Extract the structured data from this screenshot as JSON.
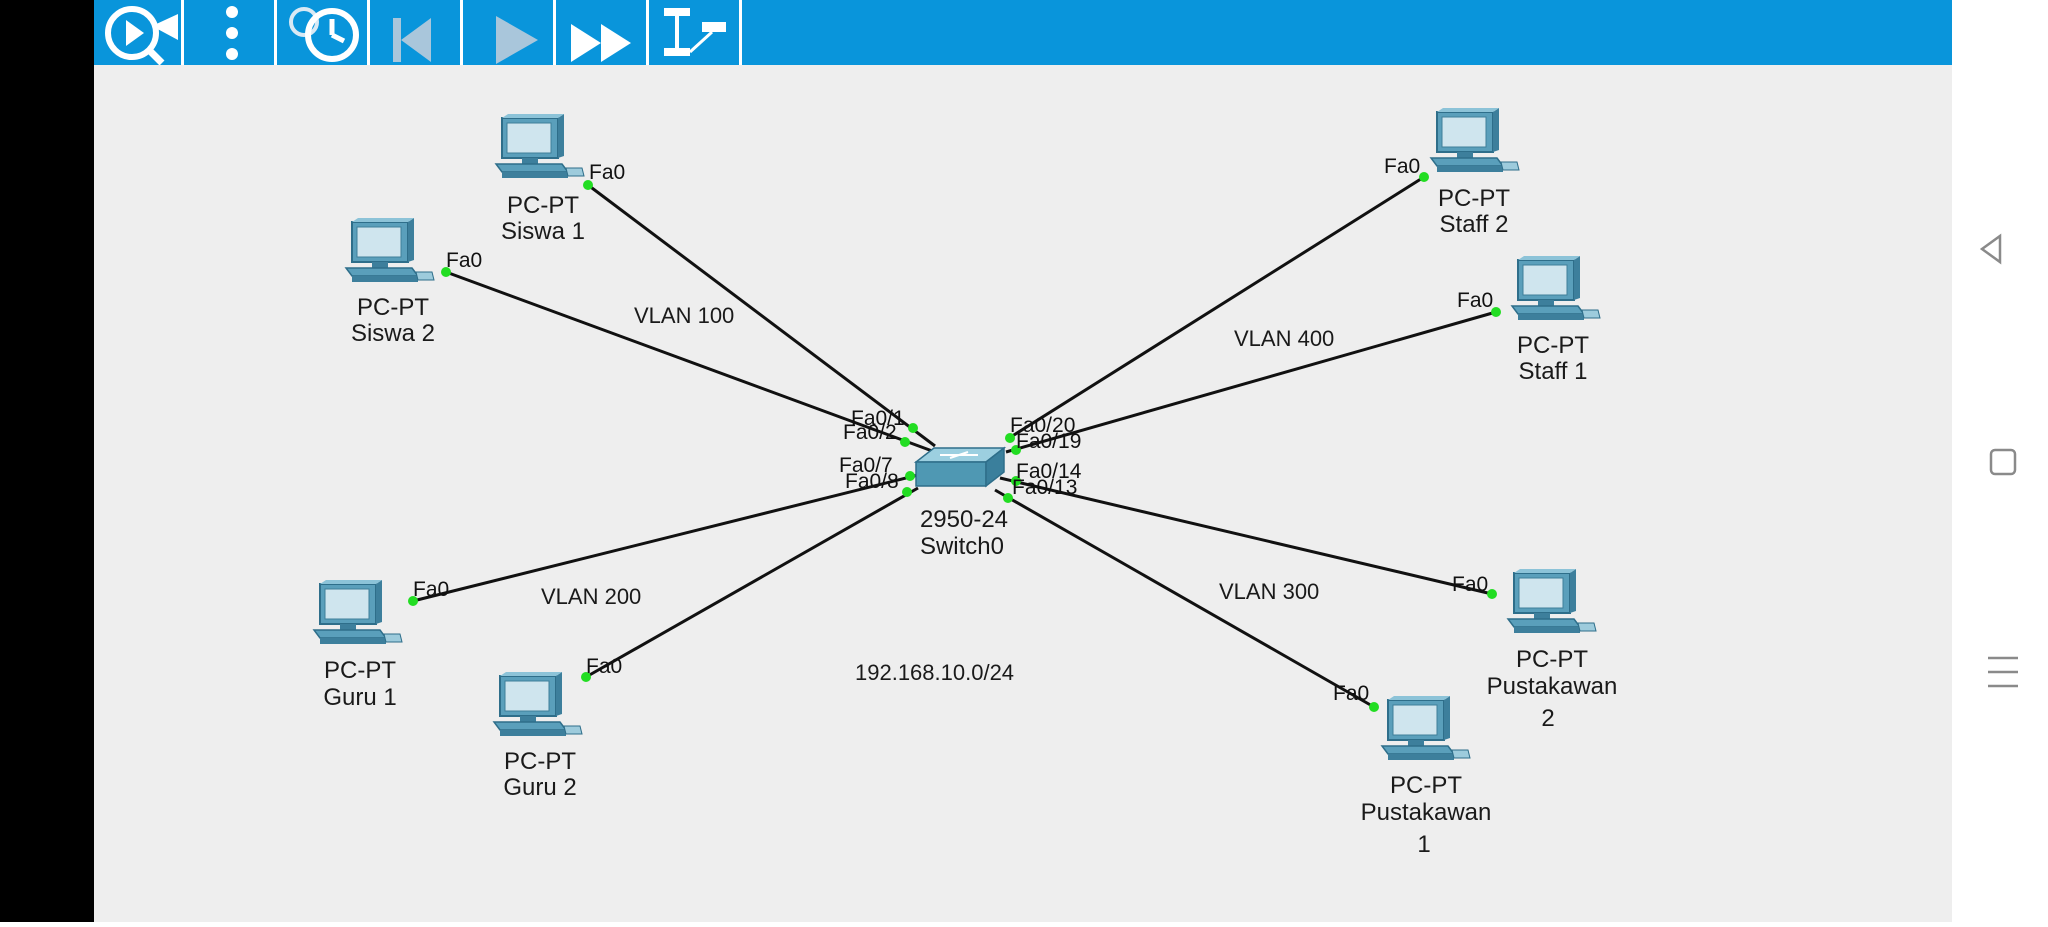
{
  "toolbar": {
    "buttons": [
      {
        "name": "simulation-mode-button",
        "icon": "realtime-magnifier-icon"
      },
      {
        "name": "more-options-button",
        "icon": "vertical-dots-icon"
      },
      {
        "name": "simulation-clock-button",
        "icon": "stopwatch-clock-icon"
      },
      {
        "name": "step-back-button",
        "icon": "step-back-icon"
      },
      {
        "name": "play-button",
        "icon": "play-icon"
      },
      {
        "name": "fast-forward-button",
        "icon": "fast-forward-icon"
      },
      {
        "name": "topology-view-button",
        "icon": "topology-icon"
      }
    ]
  },
  "devices": {
    "switch": {
      "model": "2950-24",
      "name": "Switch0"
    },
    "siswa1": {
      "type": "PC-PT",
      "name": "Siswa 1",
      "port": "Fa0"
    },
    "siswa2": {
      "type": "PC-PT",
      "name": "Siswa 2",
      "port": "Fa0"
    },
    "guru1": {
      "type": "PC-PT",
      "name": "Guru 1",
      "port": "Fa0"
    },
    "guru2": {
      "type": "PC-PT",
      "name": "Guru 2",
      "port": "Fa0"
    },
    "staff2": {
      "type": "PC-PT",
      "name": "Staff 2",
      "port": "Fa0"
    },
    "staff1": {
      "type": "PC-PT",
      "name": "Staff 1",
      "port": "Fa0"
    },
    "pustakawan2": {
      "type": "PC-PT",
      "name_line1": "Pustakawan",
      "name_line2": "2",
      "port": "Fa0"
    },
    "pustakawan1": {
      "type": "PC-PT",
      "name_line1": "Pustakawan",
      "name_line2": "1",
      "port": "Fa0"
    }
  },
  "switch_ports": {
    "p1": "Fa0/1",
    "p2": "Fa0/2",
    "p7": "Fa0/7",
    "p8": "Fa0/8",
    "p20": "Fa0/20",
    "p19": "Fa0/19",
    "p14": "Fa0/14",
    "p13": "Fa0/13"
  },
  "vlans": {
    "v100": "VLAN 100",
    "v200": "VLAN 200",
    "v300": "VLAN 300",
    "v400": "VLAN 400"
  },
  "network": "192.168.10.0/24",
  "colors": {
    "toolbar": "#0995db",
    "canvas": "#eeeeee",
    "link_light": "#22dd22",
    "device": "#4f98b3"
  },
  "nav": {
    "back": "back-triangle-icon",
    "home": "home-square-icon",
    "menu": "menu-lines-icon"
  }
}
